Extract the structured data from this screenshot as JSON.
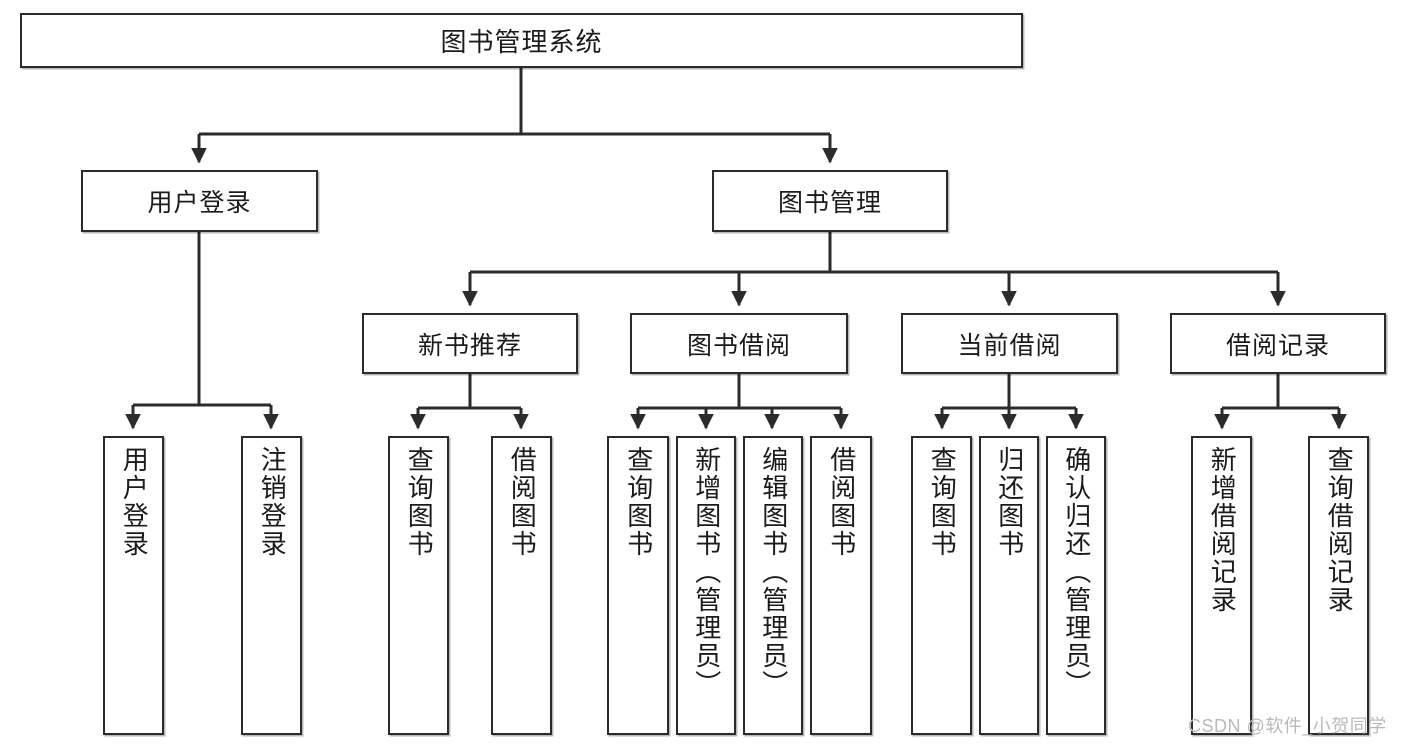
{
  "diagram": {
    "title": "图书管理系统",
    "type": "hierarchy-tree",
    "watermark": "CSDN @软件_小贺同学",
    "colors": {
      "box_border": "#2b2b2b",
      "box_fill": "#ffffff",
      "edge": "#2b2b2b",
      "text": "#1b1b1b",
      "watermark": "#b9b9b9"
    },
    "root": {
      "label": "图书管理系统"
    },
    "level2": [
      {
        "label": "用户登录"
      },
      {
        "label": "图书管理"
      }
    ],
    "level3": [
      {
        "label": "新书推荐"
      },
      {
        "label": "图书借阅"
      },
      {
        "label": "当前借阅"
      },
      {
        "label": "借阅记录"
      }
    ],
    "leaves": {
      "user_login": [
        {
          "label": "用户登录"
        },
        {
          "label": "注销登录"
        }
      ],
      "new_book": [
        {
          "label": "查询图书"
        },
        {
          "label": "借阅图书"
        }
      ],
      "book_borrow": [
        {
          "label": "查询图书"
        },
        {
          "label": "新增图书（管理员）"
        },
        {
          "label": "编辑图书（管理员）"
        },
        {
          "label": "借阅图书"
        }
      ],
      "current_borrow": [
        {
          "label": "查询图书"
        },
        {
          "label": "归还图书"
        },
        {
          "label": "确认归还（管理员）"
        }
      ],
      "borrow_record": [
        {
          "label": "新增借阅记录"
        },
        {
          "label": "查询借阅记录"
        }
      ]
    }
  }
}
